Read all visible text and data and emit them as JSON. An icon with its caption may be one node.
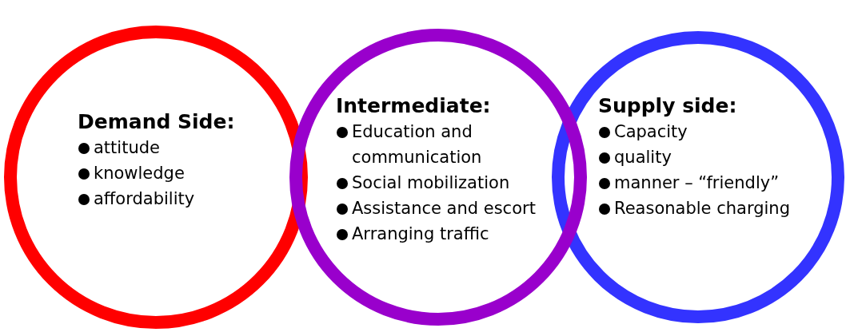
{
  "diagram": {
    "nodes": [
      {
        "text": [
          "Demand Side:",
          "attitude",
          "knowledge",
          "affordability"
        ]
      },
      {
        "text": [
          "Intermediate:",
          "Education and communication",
          "Social mobilization",
          "Assistance and escort",
          "Arranging traffic"
        ]
      },
      {
        "text": [
          "Supply side:",
          "Capacity",
          "quality",
          "manner – “friendly”",
          "Reasonable charging"
        ]
      }
    ]
  }
}
